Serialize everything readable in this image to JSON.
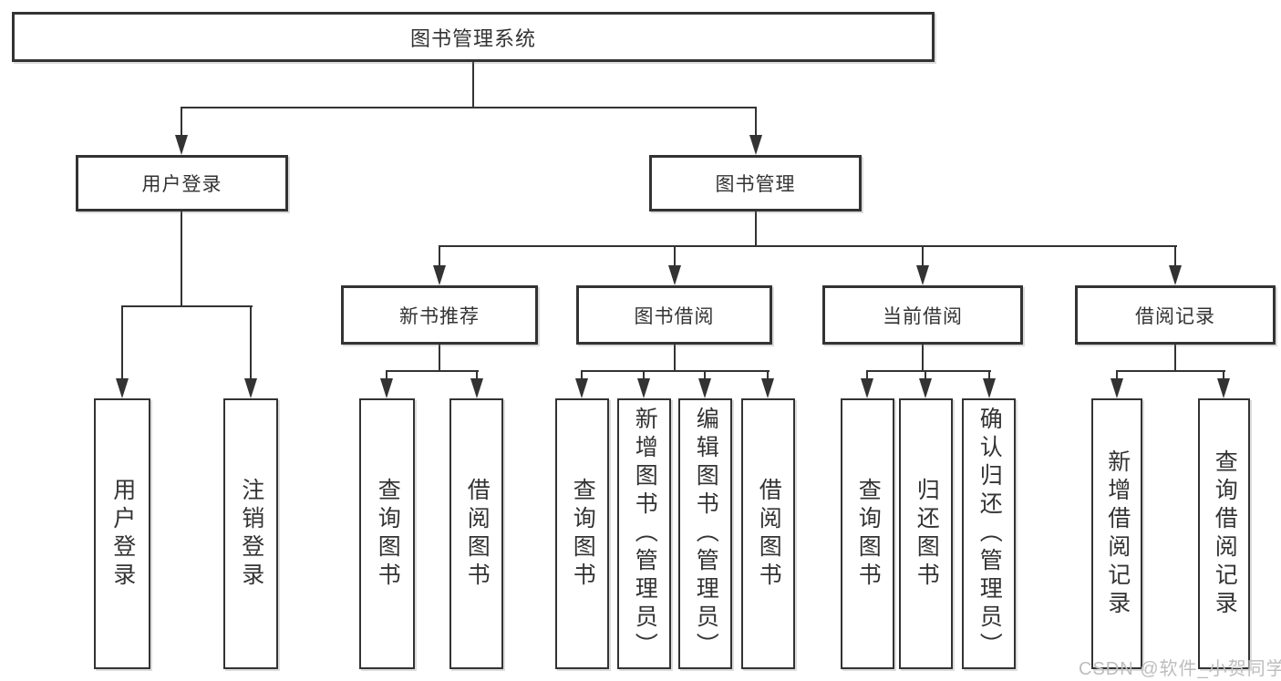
{
  "diagram": {
    "title": "图书管理系统",
    "level2": {
      "user_login": "用户登录",
      "book_mgmt": "图书管理"
    },
    "level3": {
      "new_book": "新书推荐",
      "borrow": "图书借阅",
      "current": "当前借阅",
      "records": "借阅记录"
    },
    "leaves": {
      "user_login_1": "用户登录",
      "user_login_2": "注销登录",
      "new_book_1": "查询图书",
      "new_book_2": "借阅图书",
      "borrow_1": "查询图书",
      "borrow_2": "新增图书（管理员）",
      "borrow_3": "编辑图书（管理员）",
      "borrow_4": "借阅图书",
      "current_1": "查询图书",
      "current_2": "归还图书",
      "current_3": "确认归还（管理员）",
      "records_1": "新增借阅记录",
      "records_2": "查询借阅记录"
    }
  },
  "watermark": "CSDN @软件_小贺同学",
  "colors": {
    "line": "#333333",
    "background": "#ffffff",
    "watermark": "#bdbdbd"
  }
}
